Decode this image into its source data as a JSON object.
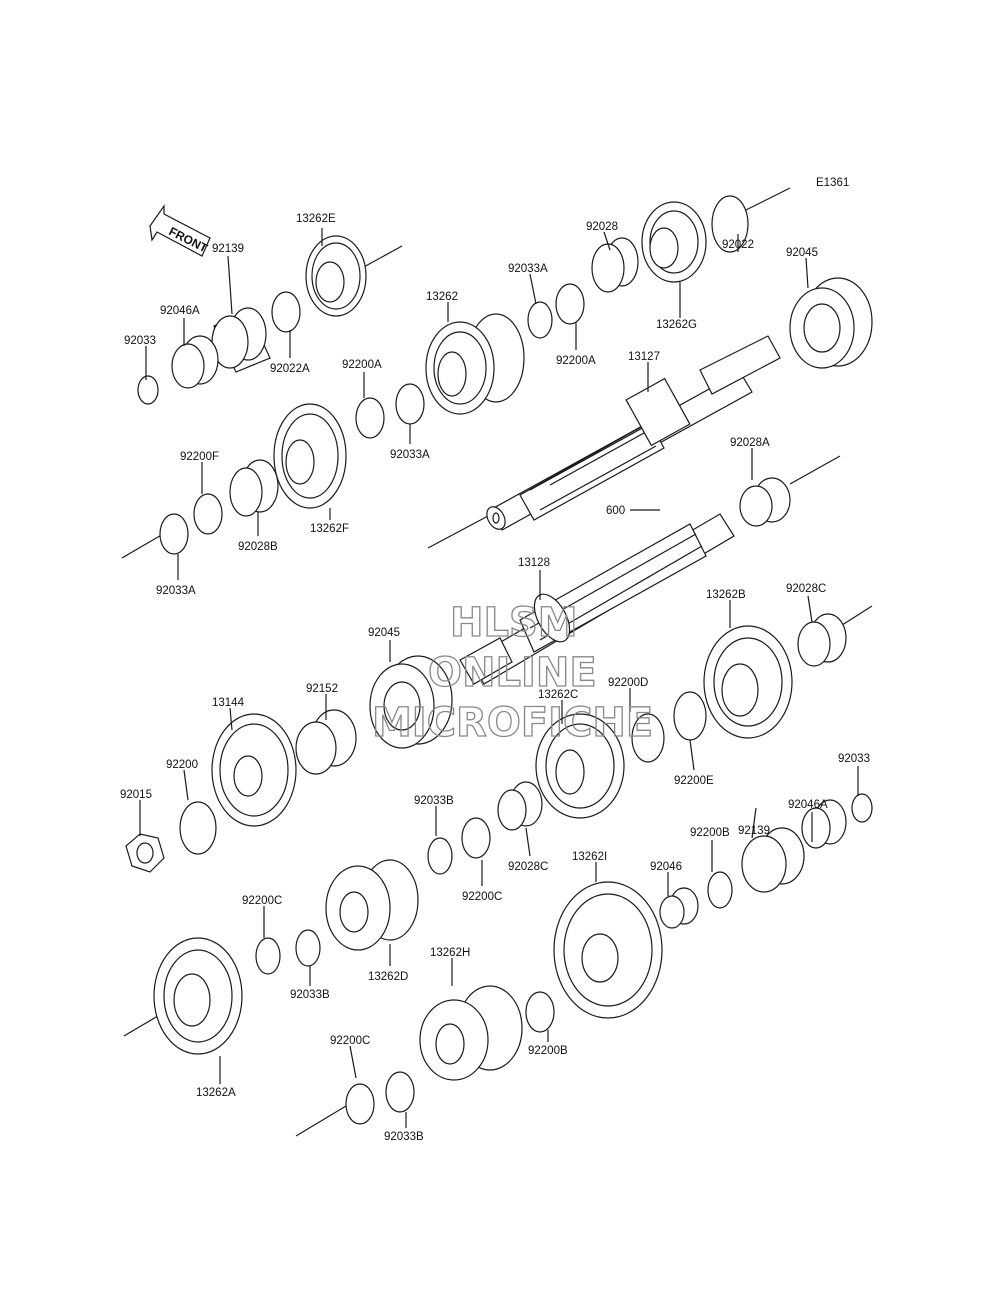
{
  "diagram_code": "E1361",
  "front_label": "FRONT",
  "watermark": {
    "line1": "HLSM",
    "line2": "ONLINE",
    "line3": "MICROFICHE"
  },
  "parts": [
    {
      "id": "p13262E",
      "label": "13262E"
    },
    {
      "id": "p92139a",
      "label": "92139"
    },
    {
      "id": "p92046Aa",
      "label": "92046A"
    },
    {
      "id": "p92033a",
      "label": "92033"
    },
    {
      "id": "p92022A",
      "label": "92022A"
    },
    {
      "id": "p13262",
      "label": "13262"
    },
    {
      "id": "p92200Aa",
      "label": "92200A"
    },
    {
      "id": "p92033Aa",
      "label": "92033A"
    },
    {
      "id": "p92033Ab",
      "label": "92033A"
    },
    {
      "id": "p92028a",
      "label": "92028"
    },
    {
      "id": "p92200Ab",
      "label": "92200A"
    },
    {
      "id": "p13262G",
      "label": "13262G"
    },
    {
      "id": "p92022",
      "label": "92022"
    },
    {
      "id": "p92045a",
      "label": "92045"
    },
    {
      "id": "p13127",
      "label": "13127"
    },
    {
      "id": "p92200F",
      "label": "92200F"
    },
    {
      "id": "p92028B",
      "label": "92028B"
    },
    {
      "id": "p13262F",
      "label": "13262F"
    },
    {
      "id": "p92033Ac",
      "label": "92033A"
    },
    {
      "id": "p92028A",
      "label": "92028A"
    },
    {
      "id": "p600",
      "label": "600"
    },
    {
      "id": "p13128",
      "label": "13128"
    },
    {
      "id": "p92045b",
      "label": "92045"
    },
    {
      "id": "p13262B",
      "label": "13262B"
    },
    {
      "id": "p92028C",
      "label": "92028C"
    },
    {
      "id": "p13144",
      "label": "13144"
    },
    {
      "id": "p92152",
      "label": "92152"
    },
    {
      "id": "p13262C",
      "label": "13262C"
    },
    {
      "id": "p92200D",
      "label": "92200D"
    },
    {
      "id": "p92200E",
      "label": "92200E"
    },
    {
      "id": "p92200",
      "label": "92200"
    },
    {
      "id": "p92015",
      "label": "92015"
    },
    {
      "id": "p92033Ba",
      "label": "92033B"
    },
    {
      "id": "p92200Ca",
      "label": "92200C"
    },
    {
      "id": "p92028Cb",
      "label": "92028C"
    },
    {
      "id": "p13262I",
      "label": "13262I"
    },
    {
      "id": "p92033b",
      "label": "92033"
    },
    {
      "id": "p92046Ab",
      "label": "92046A"
    },
    {
      "id": "p92139b",
      "label": "92139"
    },
    {
      "id": "p92200Ba",
      "label": "92200B"
    },
    {
      "id": "p92046",
      "label": "92046"
    },
    {
      "id": "p92200Cb",
      "label": "92200C"
    },
    {
      "id": "p92033Bb",
      "label": "92033B"
    },
    {
      "id": "p13262D",
      "label": "13262D"
    },
    {
      "id": "p13262H",
      "label": "13262H"
    },
    {
      "id": "p92200Bb",
      "label": "92200B"
    },
    {
      "id": "p13262A",
      "label": "13262A"
    },
    {
      "id": "p92200Cc",
      "label": "92200C"
    },
    {
      "id": "p92033Bc",
      "label": "92033B"
    }
  ]
}
